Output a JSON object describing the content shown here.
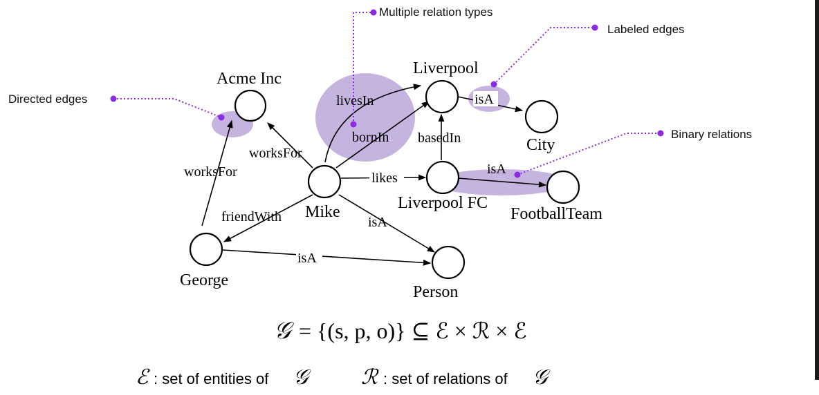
{
  "annotations": {
    "multiple_relation_types": "Multiple relation types",
    "labeled_edges": "Labeled edges",
    "directed_edges": "Directed edges",
    "binary_relations": "Binary relations"
  },
  "nodes": {
    "acme": "Acme  Inc",
    "liverpool": "Liverpool",
    "city": "City",
    "mike": "Mike",
    "liverpool_fc": "Liverpool FC",
    "football_team": "FootballTeam",
    "george": "George",
    "person": "Person"
  },
  "edges": {
    "lives_in": "livesIn",
    "born_in": "bornIn",
    "based_in": "basedIn",
    "is_a_city": "isA",
    "works_for_mike": "worksFor",
    "works_for_george": "worksFor",
    "likes": "likes",
    "is_a_team": "isA",
    "friend_with": "friendWith",
    "is_a_mike": "isA",
    "is_a_george": "isA"
  },
  "formula": {
    "main_lhs": "𝒢",
    "main_rhs": "= {(s, p, o)} ⊆ ℰ × ℛ × ℰ",
    "entities_symbol": "ℰ",
    "entities_text": ": set of entities of",
    "entities_g": "𝒢",
    "relations_symbol": "ℛ",
    "relations_text": ": set of relations of",
    "relations_g": "𝒢"
  },
  "colors": {
    "accent": "#8a2be2",
    "highlight": "#b39bd6"
  }
}
